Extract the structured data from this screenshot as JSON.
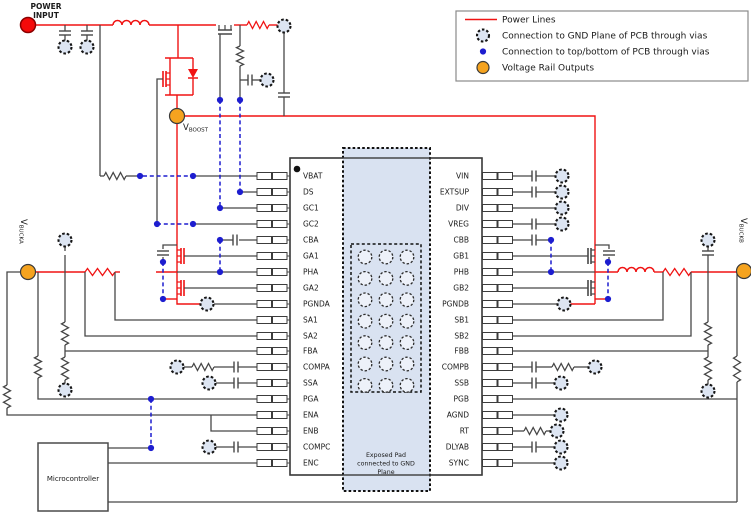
{
  "legend": {
    "items": [
      {
        "icon": "power-line-icon",
        "label": "Power Lines"
      },
      {
        "icon": "gnd-via-icon",
        "label": "Connection to GND Plane of PCB through vias"
      },
      {
        "icon": "layer-via-icon",
        "label": "Connection to top/bottom of PCB through vias"
      },
      {
        "icon": "rail-output-icon",
        "label": "Voltage Rail Outputs"
      }
    ]
  },
  "labels": {
    "power_input_line1": "POWER",
    "power_input_line2": "INPUT",
    "vboost_main": "V",
    "vboost_sub": "BOOST",
    "vbucka_main": "V",
    "vbucka_sub": "BUCKA",
    "vbuckb_main": "V",
    "vbuckb_sub": "BUCKB",
    "microcontroller": "Microcontroller",
    "exposed_pad_line1": "Exposed Pad",
    "exposed_pad_line2": "connected to GND",
    "exposed_pad_line3": "Plane"
  },
  "ic": {
    "pins_left": [
      "VBAT",
      "DS",
      "GC1",
      "GC2",
      "CBA",
      "GA1",
      "PHA",
      "GA2",
      "PGNDA",
      "SA1",
      "SA2",
      "FBA",
      "COMPA",
      "SSA",
      "PGA",
      "ENA",
      "ENB",
      "COMPC",
      "ENC"
    ],
    "pins_right": [
      "VIN",
      "EXTSUP",
      "DIV",
      "VREG",
      "CBB",
      "GB1",
      "PHB",
      "GB2",
      "PGNDB",
      "SB1",
      "SB2",
      "FBB",
      "COMPB",
      "SSB",
      "PGB",
      "AGND",
      "RT",
      "DLYAB",
      "SYNC"
    ]
  },
  "colors": {
    "power_line": "#f01313",
    "signal": "#474747",
    "bottom_layer": "#1d1dcf",
    "via_fill": "#dde5f2",
    "grid_via_fill": "#edf1f9",
    "rail_output": "#f5a31f",
    "power_input": "#f50a0a",
    "pad_fill": "#d9e2f1",
    "ic_border": "#3c3c3c"
  }
}
